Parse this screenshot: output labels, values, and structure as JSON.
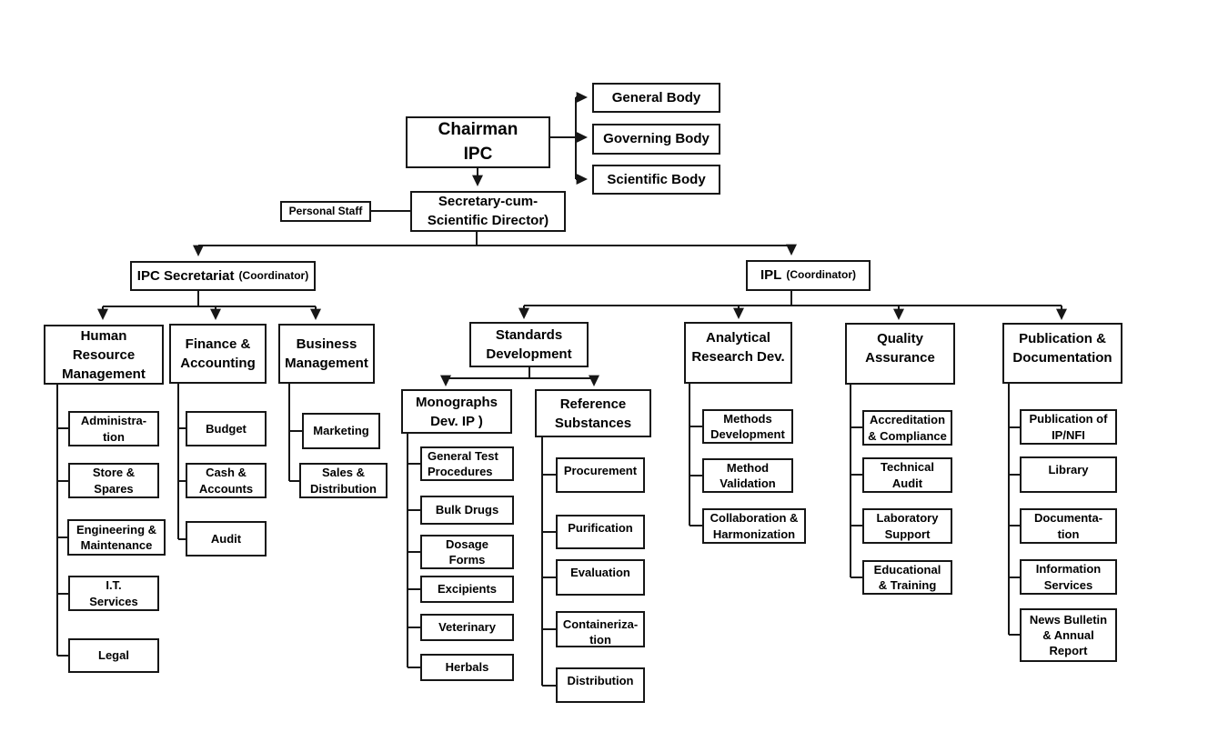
{
  "nodes": {
    "chairman": "Chairman\nIPC",
    "general_body": "General Body",
    "governing_body": "Governing Body",
    "scientific_body": "Scientific Body",
    "personal_staff": "Personal Staff",
    "secretary": "Secretary-cum-\nScientific Director)",
    "ipc_secretariat": {
      "name": "IPC Secretariat",
      "role": "(Coordinator)"
    },
    "ipl": {
      "name": "IPL",
      "role": "(Coordinator)"
    },
    "hrm": {
      "title": "Human\nResource\nManagement",
      "children": [
        "Administra-\ntion",
        "Store &\nSpares",
        "Engineering &\nMaintenance",
        "I.T.\nServices",
        "Legal"
      ]
    },
    "finance": {
      "title": "Finance &\nAccounting",
      "children": [
        "Budget",
        "Cash &\nAccounts",
        "Audit"
      ]
    },
    "business": {
      "title": "Business\nManagement",
      "children": [
        "Marketing",
        "Sales &\nDistribution"
      ]
    },
    "standards": {
      "title": "Standards\nDevelopment"
    },
    "monographs": {
      "title": "Monographs\nDev. IP )",
      "children": [
        "General Test\nProcedures",
        "Bulk Drugs",
        "Dosage\nForms",
        "Excipients",
        "Veterinary",
        "Herbals"
      ]
    },
    "reference": {
      "title": "Reference\nSubstances",
      "children": [
        "Procurement",
        "Purification",
        "Evaluation",
        "Containeriza-\ntion",
        "Distribution"
      ]
    },
    "analytical": {
      "title": "Analytical\nResearch Dev.",
      "children": [
        "Methods\nDevelopment",
        "Method\nValidation",
        "Collaboration &\nHarmonization"
      ]
    },
    "quality": {
      "title": "Quality\nAssurance",
      "children": [
        "Accreditation\n& Compliance",
        "Technical\nAudit",
        "Laboratory\nSupport",
        "Educational\n& Training"
      ]
    },
    "publication": {
      "title": "Publication &\nDocumentation",
      "children": [
        "Publication of\nIP/NFI",
        "Library",
        "Documenta-\ntion",
        "Information\nServices",
        "News Bulletin\n& Annual\nReport"
      ]
    }
  },
  "colors": {
    "line": "#161616",
    "box_bg": "#ffffff",
    "text": "#000000"
  }
}
